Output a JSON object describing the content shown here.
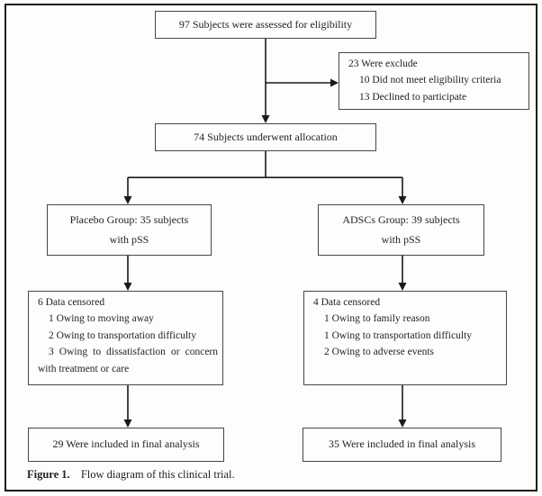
{
  "figure": {
    "caption_label": "Figure 1.",
    "caption_text": "Flow diagram of this clinical trial."
  },
  "colors": {
    "box_border": "#474747",
    "frame_border": "#1c1c1c",
    "line": "#1a1a1a",
    "text": "#232323",
    "background": "#fdfdfc"
  },
  "boxes": {
    "eligibility": {
      "text": "97 Subjects were assessed for eligibility"
    },
    "excluded": {
      "title": "23 Were exclude",
      "items": [
        "10 Did not meet eligibility criteria",
        "13 Declined to participate"
      ]
    },
    "allocation": {
      "text": "74 Subjects underwent allocation"
    },
    "placebo_group": {
      "line1": "Placebo Group: 35 subjects",
      "line2": "with pSS"
    },
    "adscs_group": {
      "line1": "ADSCs Group: 39 subjects",
      "line2": "with pSS"
    },
    "placebo_censored": {
      "title": "6 Data censored",
      "items": [
        "1 Owing to moving away",
        "2 Owing to transportation difficulty",
        "3 Owing to dissatisfaction or concern with treatment or care"
      ]
    },
    "adscs_censored": {
      "title": "4 Data censored",
      "items": [
        "1 Owing to family reason",
        "1 Owing to transportation difficulty",
        "2 Owing to adverse events"
      ]
    },
    "placebo_final": {
      "text": "29 Were included in final analysis"
    },
    "adscs_final": {
      "text": "35 Were included in final analysis"
    }
  }
}
